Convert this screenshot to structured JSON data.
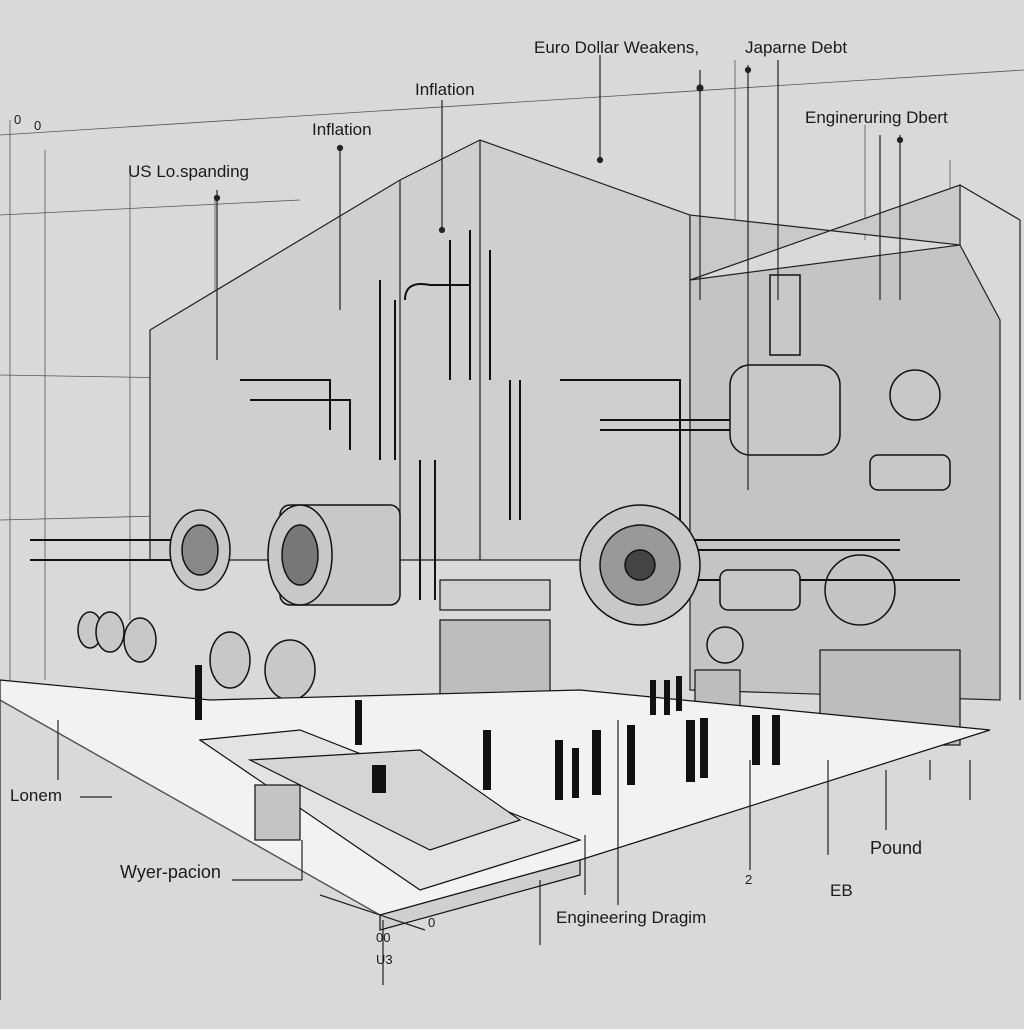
{
  "labels": {
    "euro_dollar": "Euro Dollar Weakens,",
    "japan_debt": "Japarne Debt",
    "inflation_top": "Inflation",
    "inflation_left": "Inflation",
    "us_spending": "US Lo.spanding",
    "engineering_debt": "Engineruring Dbert",
    "lonem": "Lonem",
    "wyer_pacion": "Wyer-pacion",
    "engineering_diagram": "Engineering Dragim",
    "eb": "EB",
    "pound": "Pound",
    "us3": "U3",
    "tick_0a": "0",
    "tick_0b": "0",
    "tick_0c": "0",
    "tick_00": "00",
    "tick_2": "2"
  },
  "colors": {
    "background": "#d9d9d9",
    "ink": "#1a1a1a",
    "floor": "#f2f2f2",
    "machine": "#c8c8c8"
  }
}
